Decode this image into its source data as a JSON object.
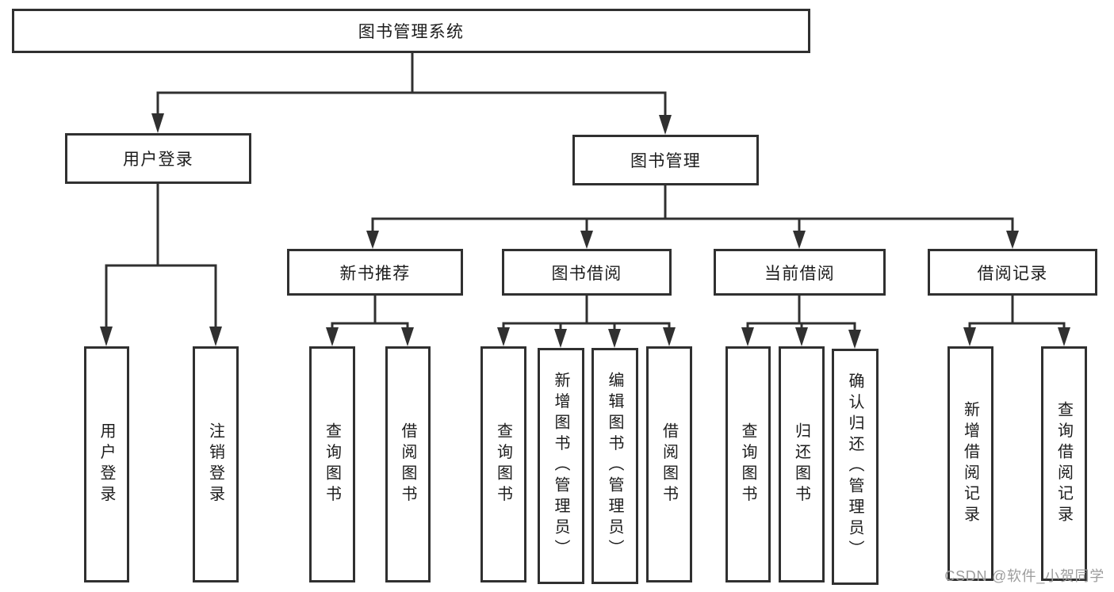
{
  "diagram": {
    "nodes": {
      "root": "图书管理系统",
      "user_login": "用户登录",
      "book_mgmt": "图书管理",
      "new_book": "新书推荐",
      "book_borrow": "图书借阅",
      "current_borrow": "当前借阅",
      "borrow_records": "借阅记录",
      "leaves": {
        "ul_login": "用户登录",
        "ul_logout": "注销登录",
        "nb_query": "查询图书",
        "nb_borrow": "借阅图书",
        "bb_query": "查询图书",
        "bb_add": "新增图书（管理员）",
        "bb_edit": "编辑图书（管理员）",
        "bb_borrow": "借阅图书",
        "cb_query": "查询图书",
        "cb_return": "归还图书",
        "cb_confirm": "确认归还（管理员）",
        "br_add": "新增借阅记录",
        "br_query": "查询借阅记录"
      }
    },
    "watermark": "CSDN @软件_小贺同学",
    "colors": {
      "line": "#303030",
      "text": "#1c1c1c",
      "box_background": "#ffffff",
      "watermark": "#9c9c9c",
      "background": "#ffffff"
    }
  }
}
